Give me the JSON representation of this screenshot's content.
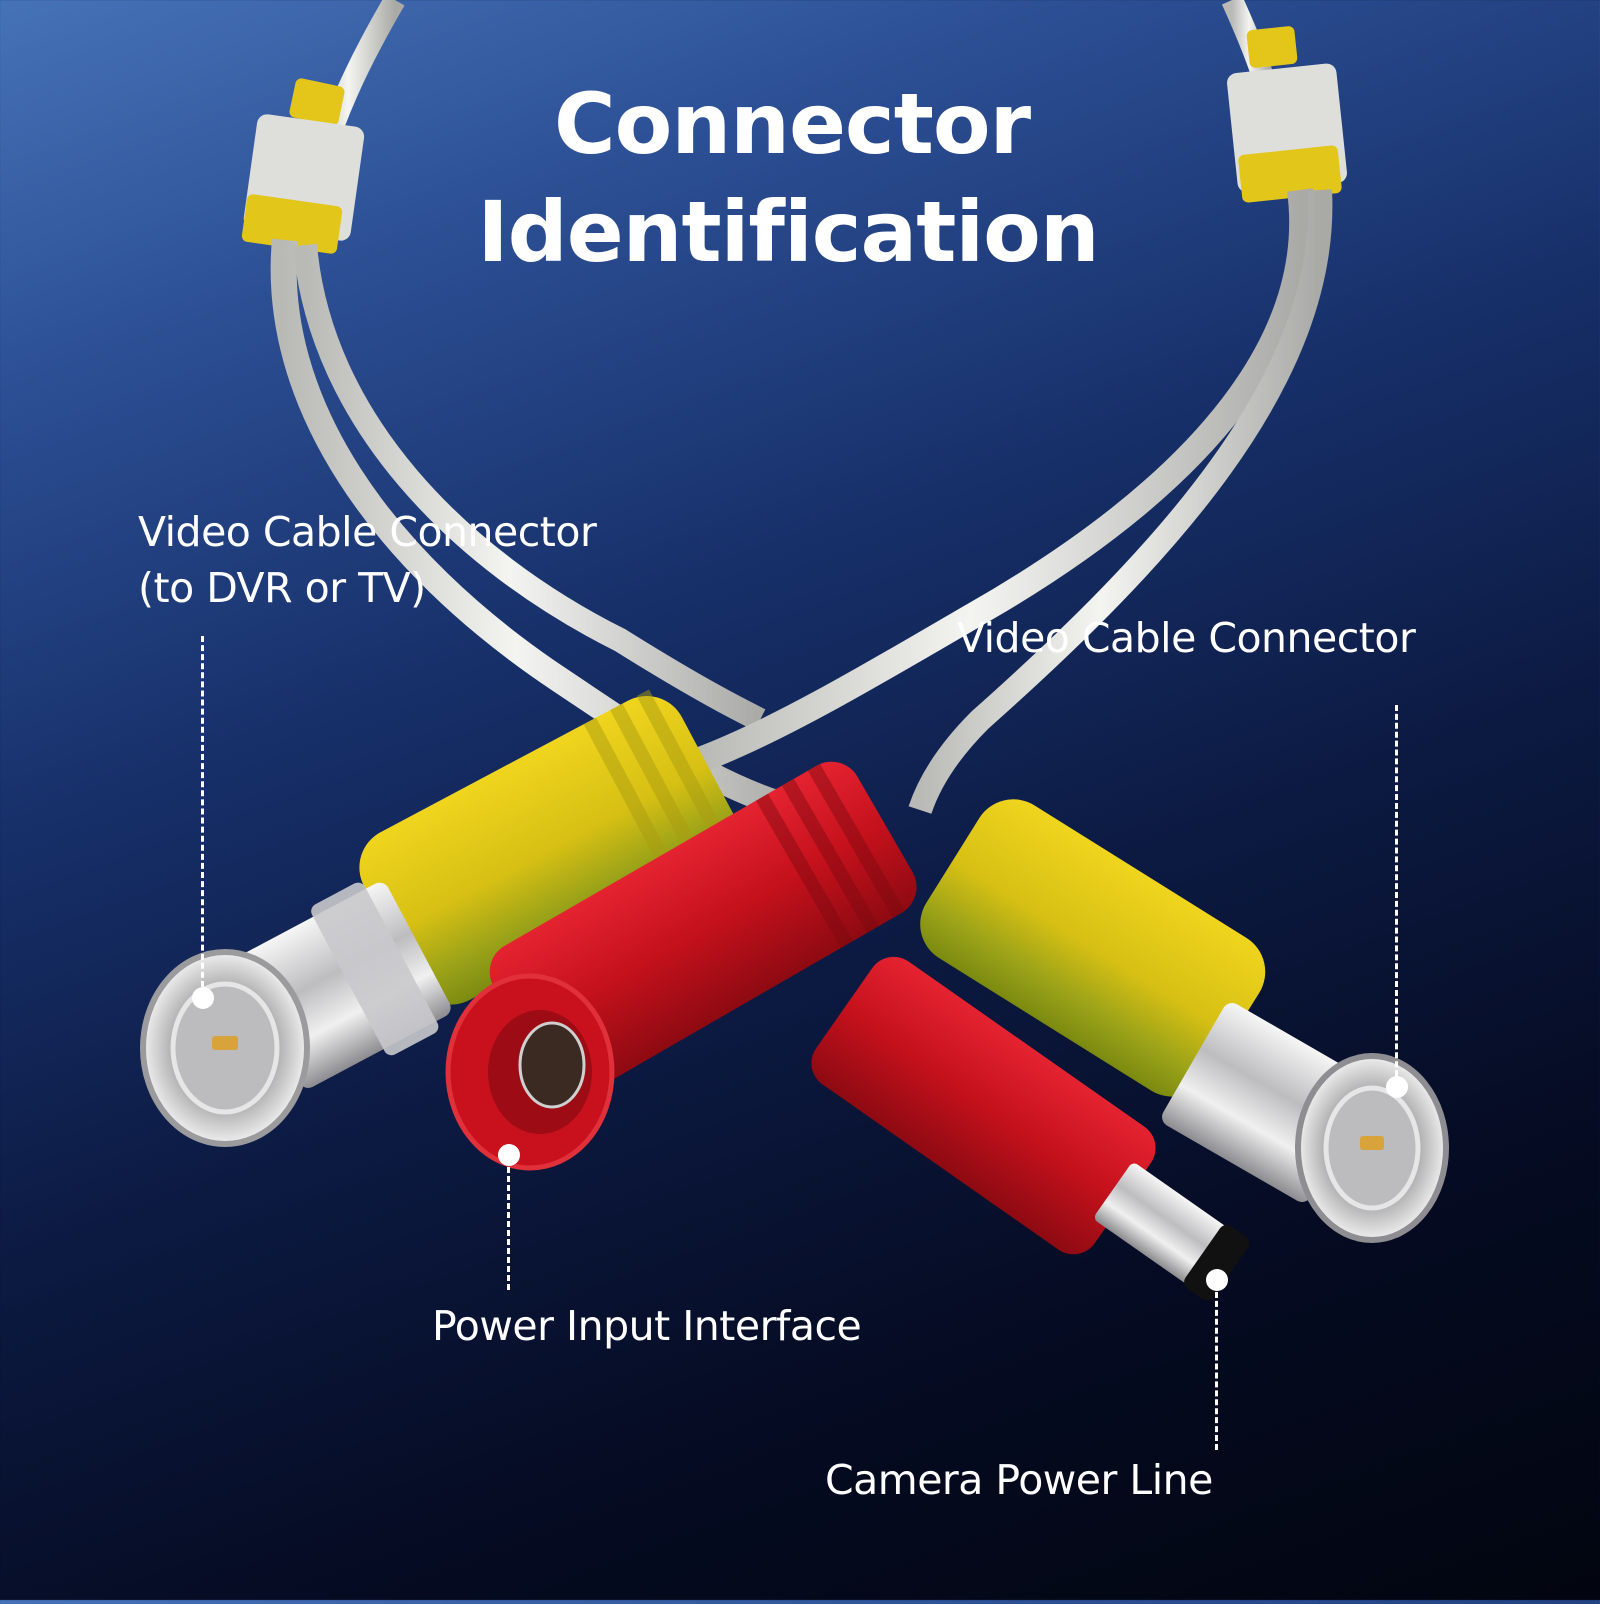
{
  "title": {
    "line1": "Connector",
    "line2": "Identification"
  },
  "callouts": [
    {
      "id": "video-left",
      "line1": "Video Cable Connector",
      "line2": "(to DVR or TV)"
    },
    {
      "id": "video-right",
      "line1": "Video Cable Connector"
    },
    {
      "id": "power-input",
      "line1": "Power Input Interface"
    },
    {
      "id": "camera-power",
      "line1": "Camera Power Line"
    }
  ],
  "colors": {
    "background_top": "#4672b8",
    "background_bottom": "#02050f",
    "cable": "#e6e6e2",
    "video_connector": "#e3c51a",
    "power_connector": "#c8101c",
    "metal": "#c9c9cc",
    "label_text": "#ffffff"
  }
}
